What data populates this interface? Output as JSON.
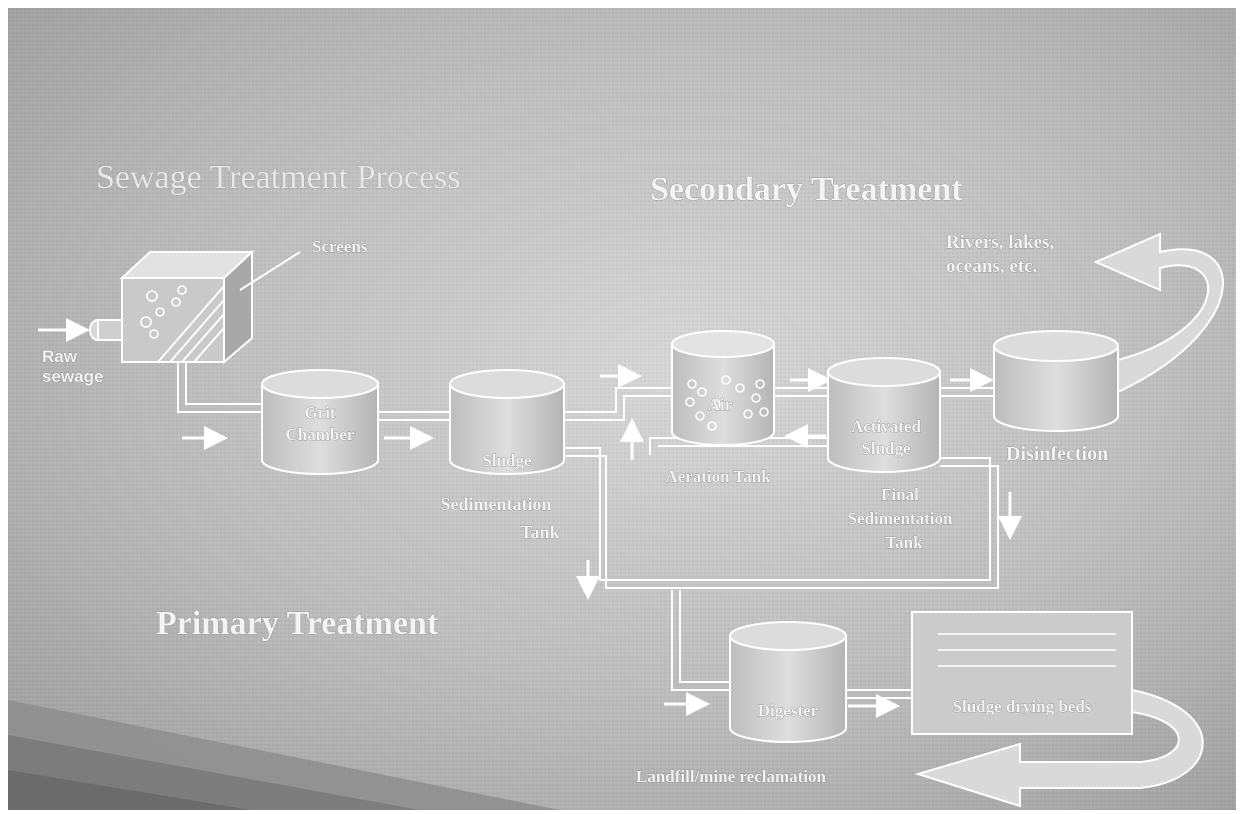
{
  "diagram": {
    "title": "Sewage Treatment Process",
    "stages": {
      "secondary": "Secondary Treatment",
      "primary": "Primary Treatment"
    },
    "labels": {
      "screens": "Screens",
      "raw_line1": "Raw",
      "raw_line2": "sewage",
      "grit_line1": "Grit",
      "grit_line2": "Chamber",
      "sludge": "Sludge",
      "sed_line1": "Sedimentation",
      "sed_line2": "Tank",
      "air": "Air",
      "aeration": "Aeration Tank",
      "act_line1": "Activated",
      "act_line2": "Sludge",
      "final_line1": "Final",
      "final_line2": "Sedimentation",
      "final_line3": "Tank",
      "disinfection": "Disinfection",
      "rivers_line1": "Rivers, lakes,",
      "rivers_line2": "oceans, etc.",
      "digester": "Digester",
      "drying": "Sludge drying beds",
      "landfill": "Landfill/mine reclamation"
    }
  },
  "colors": {
    "background": "#a9a9a9",
    "panel": "#d6d6d6",
    "label": "#f4f4f4",
    "outline": "#ffffff"
  }
}
